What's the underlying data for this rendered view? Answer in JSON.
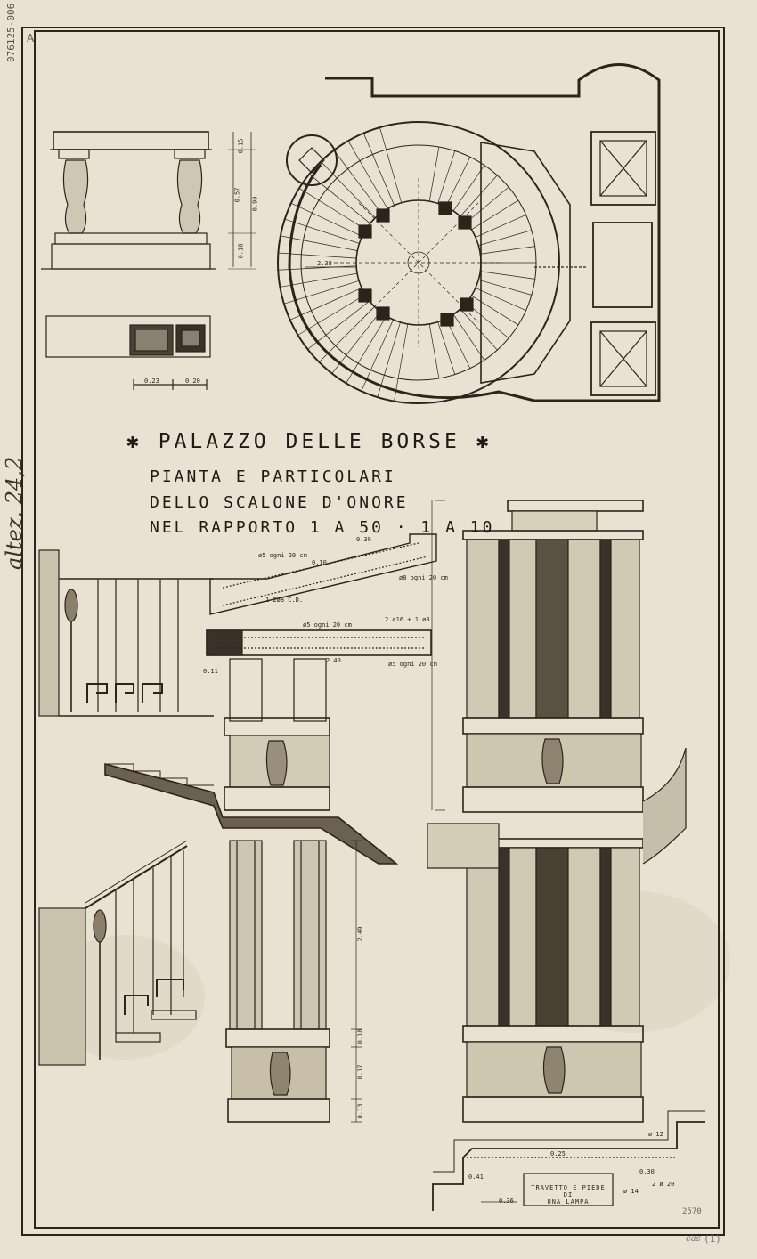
{
  "title": {
    "line1": "PALAZZO DELLE BORSE",
    "star": "✱",
    "line2": "PIANTA E PARTICOLARI",
    "line3": "DELLO SCALONE D'ONORE",
    "line4": "NEL RAPPORTO 1 A 50 · 1 A 10"
  },
  "margin_ref": "altez. 24,2",
  "top_ref": "076125-006",
  "corner_mark": "A",
  "stamp": "(1)",
  "stamp_initials": "cas",
  "bottom_code": "2570",
  "note": {
    "line1": "TRAVETTO E PIEDE DI",
    "line2": "UNA LAMPA"
  },
  "dims": {
    "d015": "0.15",
    "d057": "0.57",
    "d090": "0.90",
    "d018": "0.18",
    "d023": "0.23",
    "d020": "0.20",
    "d238": "2.38",
    "d039": "0.39",
    "d010": "0.10",
    "d240": "2.40",
    "d249": "2.49",
    "d017": "0.17",
    "d013": "0.13",
    "d025": "0.25",
    "d030": "0.30",
    "d041": "0.41",
    "d036": "0.36",
    "d011": "0.11",
    "d012": "ø 12",
    "d014": "ø 14",
    "d2ø20": "2 ø 20",
    "reb1": "ø5 ogni 20 cm",
    "reb2": "ø5 ogni 20 cm",
    "reb3": "2 ø16 + 1 ø8",
    "reb4": "ø5 ogni 20 cm",
    "reb5": "1 2ø8 C.D.",
    "reb6": "ø8 ogni 20 cm"
  }
}
